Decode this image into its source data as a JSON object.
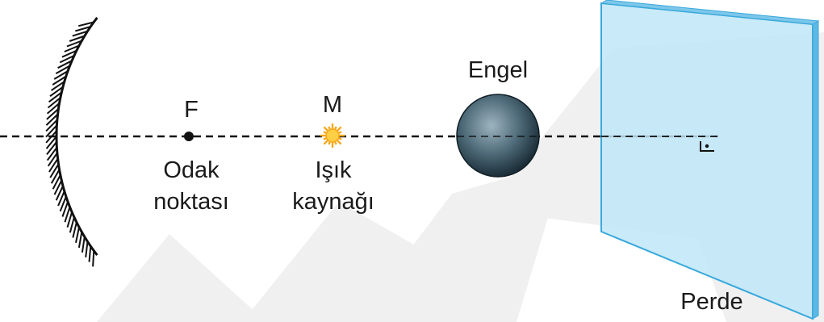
{
  "labels": {
    "focal_letter": "F",
    "focal_line1": "Odak",
    "focal_line2": "noktası",
    "source_letter": "M",
    "source_line1": "Işık",
    "source_line2": "kaynağı",
    "obstacle": "Engel",
    "screen": "Perde"
  },
  "colors": {
    "line": "#111111",
    "screen_fill": "#bfe6f7",
    "screen_edge": "#3aa9dc",
    "sphere_dark": "#1f3440",
    "sphere_light": "#8fa7b3",
    "source_glow": "#f7a81b",
    "watermark": "#efefef"
  },
  "icons": {
    "mirror": "concave-mirror-icon",
    "source": "sun-icon",
    "right_angle": "right-angle-icon"
  }
}
